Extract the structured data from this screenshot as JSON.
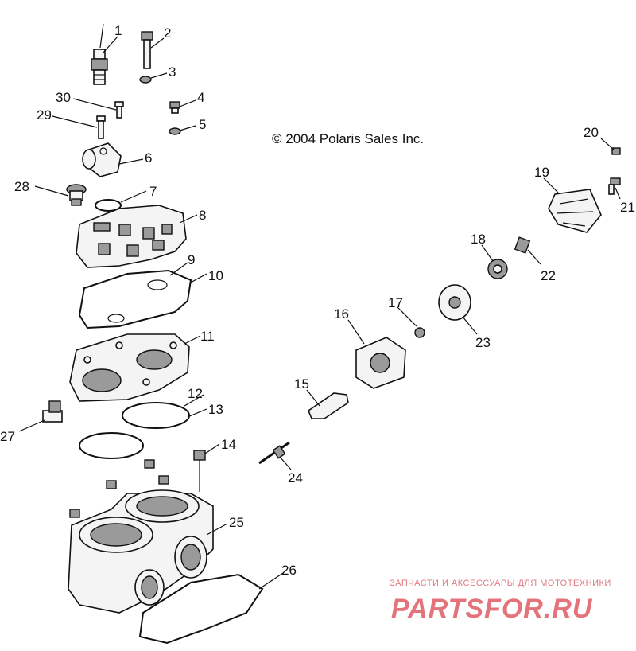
{
  "copyright": "© 2004 Polaris Sales Inc.",
  "watermark": {
    "line1": "ЗАПЧАСТИ И АКСЕССУАРЫ ДЛЯ МОТОТЕХНИКИ",
    "line2": "PARTSFOR.RU"
  },
  "callouts": [
    "1",
    "2",
    "3",
    "4",
    "5",
    "6",
    "7",
    "8",
    "9",
    "10",
    "11",
    "12",
    "13",
    "14",
    "15",
    "16",
    "17",
    "18",
    "19",
    "20",
    "21",
    "22",
    "23",
    "24",
    "25",
    "26",
    "27",
    "28",
    "29",
    "30"
  ]
}
